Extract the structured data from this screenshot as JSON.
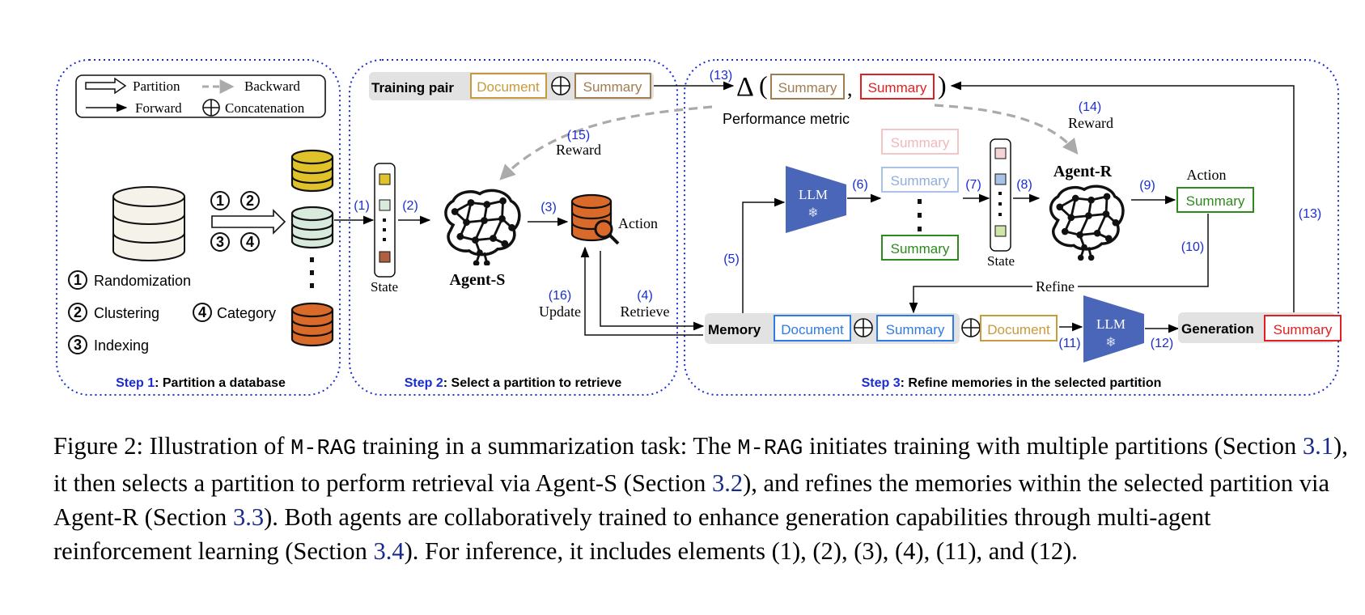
{
  "legend": {
    "partition": "Partition",
    "backward": "Backward",
    "forward": "Forward",
    "concatenation": "Concatenation"
  },
  "step1": {
    "circled_1": "1",
    "circled_2": "2",
    "circled_3": "3",
    "circled_4": "4",
    "randomization": "Randomization",
    "clustering": "Clustering",
    "indexing": "Indexing",
    "category": "Category",
    "footer_prefix": "Step 1",
    "footer_text": ": Partition a database"
  },
  "step2": {
    "training_pair": "Training pair",
    "document": "Document",
    "summary": "Summary",
    "state": "State",
    "agent": "Agent-S",
    "action": "Action",
    "reward": "Reward",
    "update": "Update",
    "retrieve": "Retrieve",
    "footer_prefix": "Step 2",
    "footer_text": ": Select a partition to retrieve"
  },
  "step3": {
    "delta": "Δ",
    "summary": "Summary",
    "performance_metric": "Performance metric",
    "reward": "Reward",
    "llm": "LLM",
    "agent": "Agent-R",
    "state": "State",
    "action": "Action",
    "refine": "Refine",
    "memory": "Memory",
    "document": "Document",
    "generation": "Generation",
    "footer_prefix": "Step 3",
    "footer_text": ": Refine memories in the selected partition"
  },
  "steps": {
    "s1": "(1)",
    "s2": "(2)",
    "s3": "(3)",
    "s4": "(4)",
    "s5": "(5)",
    "s6": "(6)",
    "s7": "(7)",
    "s8": "(8)",
    "s9": "(9)",
    "s10": "(10)",
    "s11": "(11)",
    "s12": "(12)",
    "s13": "(13)",
    "s14": "(14)",
    "s15": "(15)",
    "s16": "(16)"
  },
  "colors": {
    "step_blue": "#1a2dd0",
    "document": "#c79a3c",
    "summary_brown": "#a07d50",
    "summary_red": "#e02020",
    "summary_green": "#2e8a1e",
    "memory_blue": "#2f7be0",
    "llm_blue": "#4a66b8",
    "db_yellow": "#e0c32a",
    "db_green": "#d8eadb",
    "db_orange": "#d96a2a"
  },
  "caption": {
    "p1": "Figure 2: Illustration of ",
    "mrag1": "M-RAG",
    "p2": " training in a summarization task: The ",
    "mrag2": "M-RAG",
    "p3": " initiates training with multiple partitions (Section ",
    "ref1": "3.1",
    "p4": "), it then selects a partition to perform retrieval via Agent-S (Section ",
    "ref2": "3.2",
    "p5": "), and refines the memories within the selected partition via Agent-R (Section ",
    "ref3": "3.3",
    "p6": "). Both agents are collaboratively trained to enhance generation capabilities through multi-agent reinforcement learning (Section ",
    "ref4": "3.4",
    "p7": "). For inference, it includes elements (1), (2), (3), (4), (11), and (12)."
  }
}
